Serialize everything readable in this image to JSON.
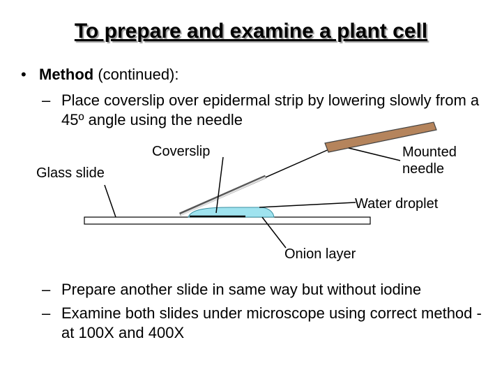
{
  "title": "To prepare and examine a plant cell",
  "method": {
    "bullet": "•",
    "heading_bold": "Method",
    "heading_rest": " (continued):"
  },
  "steps_top": [
    {
      "dash": "–",
      "text": "Place coverslip over epidermal strip by lowering slowly from a 45º angle using the needle"
    }
  ],
  "diagram_labels": {
    "coverslip": "Coverslip",
    "glass_slide": "Glass slide",
    "mounted_needle": "Mounted needle",
    "water_droplet": "Water droplet",
    "onion_layer": "Onion layer"
  },
  "steps_bottom": [
    {
      "dash": "–",
      "text": "Prepare another slide in same way but without iodine"
    },
    {
      "dash": "–",
      "text": "Examine both slides under microscope using correct method - at 100X and 400X"
    }
  ],
  "colors": {
    "needle": "#b5845c",
    "water": "#9fe3ef",
    "slide": "#ffffff"
  }
}
